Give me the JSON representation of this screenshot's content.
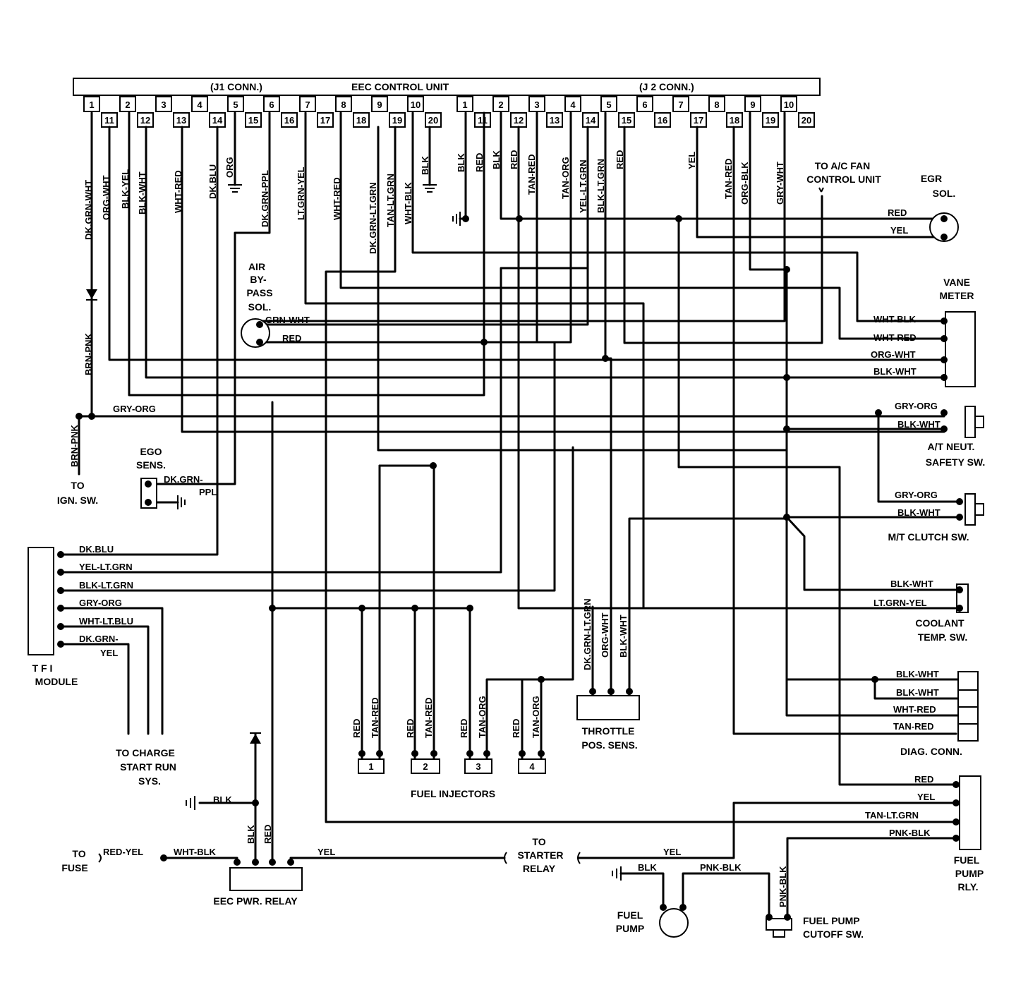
{
  "header": {
    "title": "EEC CONTROL UNIT",
    "j1": "(J1 CONN.)",
    "j2": "(J 2 CONN.)"
  },
  "j1_top_pins": [
    "1",
    "2",
    "3",
    "4",
    "5",
    "6",
    "7",
    "8",
    "9",
    "10"
  ],
  "j1_bottom_pins": [
    "11",
    "12",
    "13",
    "14",
    "15",
    "16",
    "17",
    "18",
    "19",
    "20"
  ],
  "j2_top_pins": [
    "1",
    "2",
    "3",
    "4",
    "5",
    "6",
    "7",
    "8",
    "9",
    "10"
  ],
  "j2_bottom_pins": [
    "11",
    "12",
    "13",
    "14",
    "15",
    "16",
    "17",
    "18",
    "19",
    "20"
  ],
  "j1_wires": [
    "DK.GRN-WHT",
    "ORG-WHT",
    "BLK-YEL",
    "BLK-WHT",
    "WHT-RED",
    "DK.BLU",
    "ORG",
    "DK.GRN-PPL",
    "LT.GRN-YEL",
    "WHT-RED",
    "DK.GRN-LT.GRN",
    "TAN-LT.GRN",
    "WHT-BLK",
    "BLK"
  ],
  "j2_wires": [
    "BLK",
    "RED",
    "BLK",
    "RED",
    "TAN-RED",
    "TAN-ORG",
    "YEL-LT.GRN",
    "BLK-LT.GRN",
    "RED",
    "YEL",
    "TAN-RED",
    "ORG-BLK",
    "GRY-WHT"
  ],
  "components": {
    "egr": [
      "EGR",
      "SOL."
    ],
    "ac_fan": [
      "TO A/C FAN",
      "CONTROL UNIT"
    ],
    "vane": [
      "VANE",
      "METER"
    ],
    "air_bypass": [
      "AIR",
      "BY-",
      "PASS",
      "SOL."
    ],
    "ego": [
      "EGO",
      "SENS."
    ],
    "ign": [
      "TO",
      "IGN. SW."
    ],
    "tfi": [
      "T F I",
      "MODULE"
    ],
    "charge": [
      "TO CHARGE",
      "START RUN",
      "SYS."
    ],
    "at_neut": [
      "A/T NEUT.",
      "SAFETY SW."
    ],
    "mt_clutch": "M/T CLUTCH SW.",
    "coolant": [
      "COOLANT",
      "TEMP. SW."
    ],
    "diag": "DIAG. CONN.",
    "throttle": [
      "THROTTLE",
      "POS. SENS."
    ],
    "injectors": "FUEL INJECTORS",
    "injector_nums": [
      "1",
      "2",
      "3",
      "4"
    ],
    "fuse": [
      "TO",
      "FUSE"
    ],
    "eec_relay": "EEC PWR. RELAY",
    "starter": [
      "TO",
      "STARTER",
      "RELAY"
    ],
    "fuel_pump": [
      "FUEL",
      "PUMP"
    ],
    "pump_relay": [
      "FUEL",
      "PUMP",
      "RLY."
    ],
    "cutoff": [
      "FUEL PUMP",
      "CUTOFF SW."
    ]
  },
  "wire_labels": {
    "egr_red": "RED",
    "egr_yel": "YEL",
    "vane": [
      "WHT-BLK",
      "WHT-RED",
      "ORG-WHT",
      "BLK-WHT"
    ],
    "bypass_grn": "GRN-WHT",
    "bypass_red": "RED",
    "gry_org": "GRY-ORG",
    "brn_pnk_v": "BRN-PNK",
    "brn_pnk_h": "BRN-PNK",
    "ego": [
      "DK.GRN-",
      "PPL"
    ],
    "tfi": [
      "DK.BLU",
      "YEL-LT.GRN",
      "BLK-LT.GRN",
      "GRY-ORG",
      "WHT-LT.BLU",
      "DK.GRN-",
      "YEL"
    ],
    "at": [
      "GRY-ORG",
      "BLK-WHT"
    ],
    "mt": [
      "GRY-ORG",
      "BLK-WHT"
    ],
    "coolant": [
      "BLK-WHT",
      "LT.GRN-YEL"
    ],
    "diag": [
      "BLK-WHT",
      "BLK-WHT",
      "WHT-RED",
      "TAN-RED"
    ],
    "throttle": [
      "DK.GRN-LT.GRN",
      "ORG-WHT",
      "BLK-WHT"
    ],
    "injectors": [
      "RED",
      "TAN-RED",
      "RED",
      "TAN-RED",
      "RED",
      "TAN-ORG",
      "RED",
      "TAN-ORG"
    ],
    "pump_relay": [
      "RED",
      "YEL",
      "TAN-LT.GRN",
      "PNK-BLK"
    ],
    "relay_blk": "BLK",
    "relay_blk_v": "BLK",
    "relay_red_v": "RED",
    "fuse_red_yel": "RED-YEL",
    "fuse_wht_blk": "WHT-BLK",
    "relay_yel": "YEL",
    "starter_yel": "YEL",
    "pump_blk": "BLK",
    "pump_pnk": "PNK-BLK",
    "cutoff_pnk": "PNK-BLK"
  }
}
